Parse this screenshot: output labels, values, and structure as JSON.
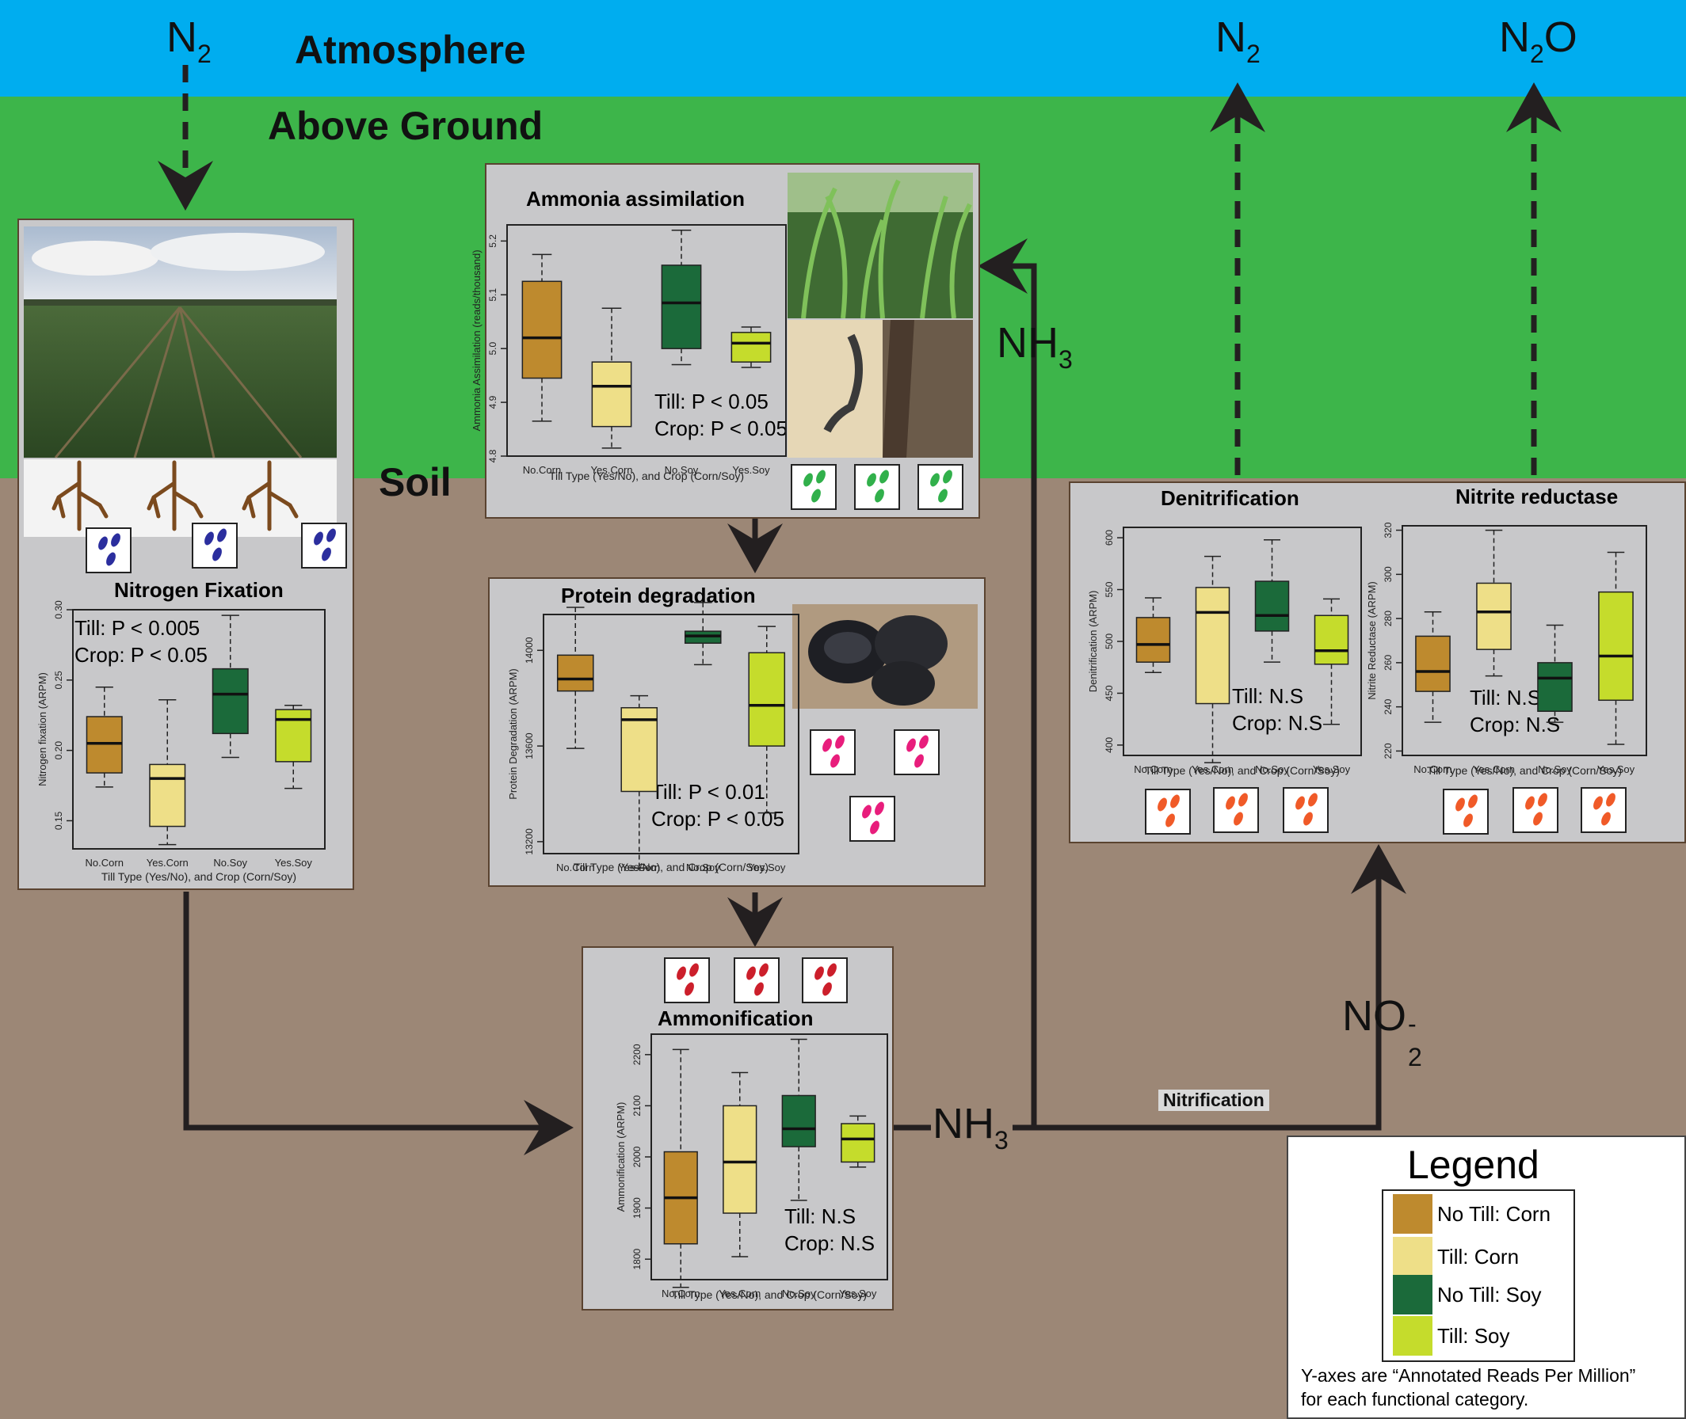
{
  "regions": {
    "atmosphere": "Atmosphere",
    "above_ground": "Above Ground",
    "soil": "Soil"
  },
  "gases": {
    "n2_in": {
      "base": "N",
      "sub": "2"
    },
    "n2_out": {
      "base": "N",
      "sub": "2"
    },
    "n2o_out": {
      "base": "N",
      "sub": "2",
      "tail": "O"
    }
  },
  "flow_labels": {
    "nh3_left": {
      "base": "NH",
      "sub": "3"
    },
    "nh3_up": {
      "base": "NH",
      "sub": "3"
    },
    "no2": {
      "base": "NO",
      "sup": "-",
      "sub": "2"
    },
    "nitrification": "Nitrification"
  },
  "colors": {
    "atmosphere": "#00adef",
    "above_ground": "#3db54a",
    "soil": "#9c8776",
    "panel": "#c8c8ca",
    "no_till_corn": "#be8a2e",
    "till_corn": "#eedf88",
    "no_till_soy": "#1b6a3a",
    "till_soy": "#c5dc2c",
    "microbe_blue": "#2b2e9e",
    "microbe_green": "#31b04b",
    "microbe_pink": "#e81d7c",
    "microbe_red": "#cc1f2b",
    "microbe_orange": "#f05a28"
  },
  "panels": {
    "nitrogen_fixation": {
      "title": "Nitrogen Fixation",
      "stat1": "Till: P < 0.005",
      "stat2": "Crop: P < 0.05"
    },
    "ammonia_assimilation": {
      "title": "Ammonia assimilation",
      "stat1": "Till: P < 0.05",
      "stat2": "Crop: P < 0.05"
    },
    "protein_degradation": {
      "title": "Protein degradation",
      "stat1": "Till: P < 0.01",
      "stat2": "Crop: P < 0.05"
    },
    "ammonification": {
      "title": "Ammonification",
      "stat1": "Till: N.S",
      "stat2": "Crop: N.S"
    },
    "denitrification": {
      "title": "Denitrification",
      "stat1": "Till: N.S",
      "stat2": "Crop: N.S"
    },
    "nitrite_reductase": {
      "title": "Nitrite reductase",
      "stat1": "Till: N.S",
      "stat2": "Crop: N.S"
    }
  },
  "legend": {
    "title": "Legend",
    "items": [
      "No Till: Corn",
      "Till: Corn",
      "No Till: Soy",
      "Till: Soy"
    ],
    "note_line1": "Y-axes are “Annotated Reads Per Million”",
    "note_line2": "for each functional category."
  },
  "chart_data": [
    {
      "type": "box",
      "ylabel": "Nitrogen fixation (ARPM)",
      "xlabel": "Till Type (Yes/No), and Crop (Corn/Soy)",
      "categories": [
        "No.Corn",
        "Yes.Corn",
        "No.Soy",
        "Yes.Soy"
      ],
      "yticks": [
        "0.15",
        "0.20",
        "0.25",
        "0.30"
      ],
      "ylim": [
        0.13,
        0.3
      ],
      "boxes": [
        {
          "whisker_low": 0.174,
          "q1": 0.184,
          "median": 0.205,
          "q3": 0.224,
          "whisker_high": 0.245
        },
        {
          "whisker_low": 0.133,
          "q1": 0.146,
          "median": 0.18,
          "q3": 0.19,
          "whisker_high": 0.236
        },
        {
          "whisker_low": 0.195,
          "q1": 0.212,
          "median": 0.24,
          "q3": 0.258,
          "whisker_high": 0.296
        },
        {
          "whisker_low": 0.173,
          "q1": 0.192,
          "median": 0.222,
          "q3": 0.229,
          "whisker_high": 0.232
        }
      ]
    },
    {
      "type": "box",
      "ylabel": "Ammonia Assimilation (reads/thousand)",
      "xlabel": "Till Type (Yes/No), and Crop (Corn/Soy)",
      "categories": [
        "No.Corn",
        "Yes.Corn",
        "No.Soy",
        "Yes.Soy"
      ],
      "yticks": [
        "4.8",
        "4.9",
        "5.0",
        "5.1",
        "5.2"
      ],
      "ylim": [
        4.8,
        5.23
      ],
      "boxes": [
        {
          "whisker_low": 4.865,
          "q1": 4.945,
          "median": 5.02,
          "q3": 5.125,
          "whisker_high": 5.175
        },
        {
          "whisker_low": 4.815,
          "q1": 4.855,
          "median": 4.93,
          "q3": 4.975,
          "whisker_high": 5.075
        },
        {
          "whisker_low": 4.97,
          "q1": 5.0,
          "median": 5.085,
          "q3": 5.155,
          "whisker_high": 5.22
        },
        {
          "whisker_low": 4.965,
          "q1": 4.975,
          "median": 5.01,
          "q3": 5.03,
          "whisker_high": 5.04
        }
      ]
    },
    {
      "type": "box",
      "ylabel": "Protein Degradation (ARPM)",
      "xlabel": "Till Type (Yes/No), and Crop (Corn/Soy)",
      "categories": [
        "No.Corn",
        "Yes.Corn",
        "No.Soy",
        "Yes.Soy"
      ],
      "yticks": [
        "13200",
        "13600",
        "14000"
      ],
      "ylim": [
        13150,
        14150
      ],
      "boxes": [
        {
          "whisker_low": 13590,
          "q1": 13830,
          "median": 13880,
          "q3": 13980,
          "whisker_high": 14180
        },
        {
          "whisker_low": 13090,
          "q1": 13410,
          "median": 13710,
          "q3": 13760,
          "whisker_high": 13810
        },
        {
          "whisker_low": 13940,
          "q1": 14030,
          "median": 14060,
          "q3": 14080,
          "whisker_high": 14200
        },
        {
          "whisker_low": 13320,
          "q1": 13600,
          "median": 13770,
          "q3": 13990,
          "whisker_high": 14100
        }
      ]
    },
    {
      "type": "box",
      "ylabel": "Ammonification (ARPM)",
      "xlabel": "Till Type (Yes/No), and Crop (Corn/Soy)",
      "categories": [
        "No.Corn",
        "Yes.Corn",
        "No.Soy",
        "Yes.Soy"
      ],
      "yticks": [
        "1800",
        "1900",
        "2000",
        "2100",
        "2200"
      ],
      "ylim": [
        1760,
        2240
      ],
      "boxes": [
        {
          "whisker_low": 1745,
          "q1": 1830,
          "median": 1920,
          "q3": 2010,
          "whisker_high": 2210
        },
        {
          "whisker_low": 1805,
          "q1": 1890,
          "median": 1990,
          "q3": 2100,
          "whisker_high": 2165
        },
        {
          "whisker_low": 1915,
          "q1": 2020,
          "median": 2055,
          "q3": 2120,
          "whisker_high": 2230
        },
        {
          "whisker_low": 1980,
          "q1": 1990,
          "median": 2035,
          "q3": 2065,
          "whisker_high": 2080
        }
      ]
    },
    {
      "type": "box",
      "ylabel": "Denitrification (ARPM)",
      "xlabel": "Till Type (Yes/No), and Crop (Corn/Soy)",
      "categories": [
        "No.Corn",
        "Yes.Corn",
        "No.Soy",
        "Yes.Soy"
      ],
      "yticks": [
        "400",
        "450",
        "500",
        "550",
        "600"
      ],
      "ylim": [
        390,
        610
      ],
      "boxes": [
        {
          "whisker_low": 470,
          "q1": 480,
          "median": 497,
          "q3": 523,
          "whisker_high": 542
        },
        {
          "whisker_low": 383,
          "q1": 440,
          "median": 528,
          "q3": 552,
          "whisker_high": 582
        },
        {
          "whisker_low": 480,
          "q1": 510,
          "median": 525,
          "q3": 558,
          "whisker_high": 598
        },
        {
          "whisker_low": 420,
          "q1": 478,
          "median": 491,
          "q3": 525,
          "whisker_high": 541
        }
      ]
    },
    {
      "type": "box",
      "ylabel": "Nitrite Reductase (ARPM)",
      "xlabel": "Till Type (Yes/No), and Crop (Corn/Soy)",
      "categories": [
        "No.Corn",
        "Yes.Corn",
        "No.Soy",
        "Yes.Soy"
      ],
      "yticks": [
        "220",
        "240",
        "260",
        "280",
        "300",
        "320"
      ],
      "ylim": [
        218,
        322
      ],
      "boxes": [
        {
          "whisker_low": 233,
          "q1": 247,
          "median": 256,
          "q3": 272,
          "whisker_high": 283
        },
        {
          "whisker_low": 254,
          "q1": 266,
          "median": 283,
          "q3": 296,
          "whisker_high": 320
        },
        {
          "whisker_low": 233,
          "q1": 238,
          "median": 253,
          "q3": 260,
          "whisker_high": 277
        },
        {
          "whisker_low": 223,
          "q1": 243,
          "median": 263,
          "q3": 292,
          "whisker_high": 310
        }
      ]
    }
  ]
}
